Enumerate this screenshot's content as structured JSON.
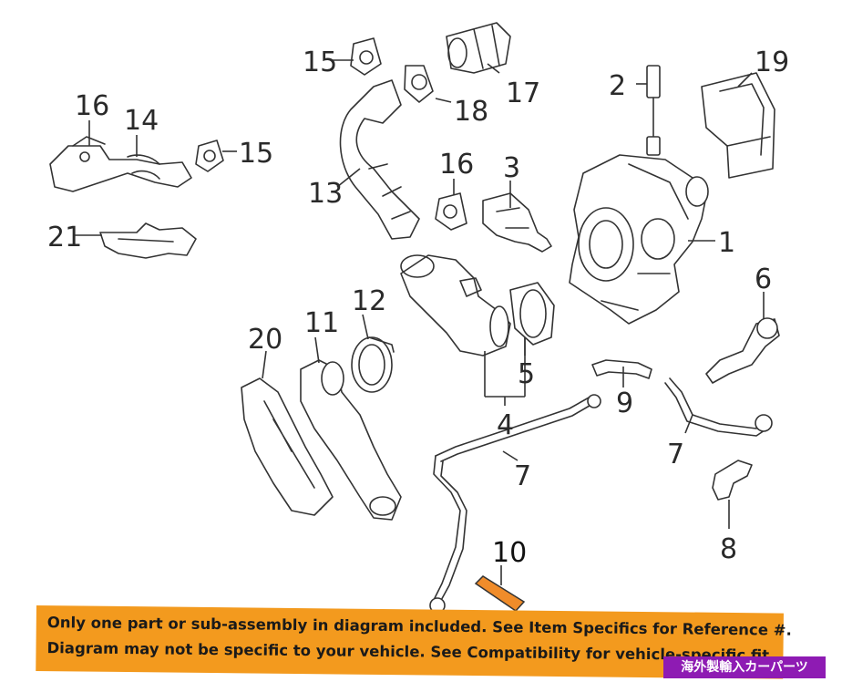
{
  "diagram": {
    "callouts": {
      "c1": "1",
      "c2": "2",
      "c3": "3",
      "c4": "4",
      "c5": "5",
      "c6": "6",
      "c7a": "7",
      "c7b": "7",
      "c8": "8",
      "c9": "9",
      "c10": "10",
      "c11": "11",
      "c12": "12",
      "c13": "13",
      "c14": "14",
      "c15a": "15",
      "c15b": "15",
      "c16a": "16",
      "c16b": "16",
      "c17": "17",
      "c18": "18",
      "c19": "19",
      "c20": "20",
      "c21": "21"
    },
    "highlight_color": "#f08c2a"
  },
  "disclaimer": {
    "line1": "Only one part or sub-assembly in diagram included. See Item Specifics for Reference #.",
    "line2": "Diagram may not be specific to your vehicle. See Compatibility for vehicle-specific fit."
  },
  "brand_badge": "海外製輸入カーパーツ"
}
